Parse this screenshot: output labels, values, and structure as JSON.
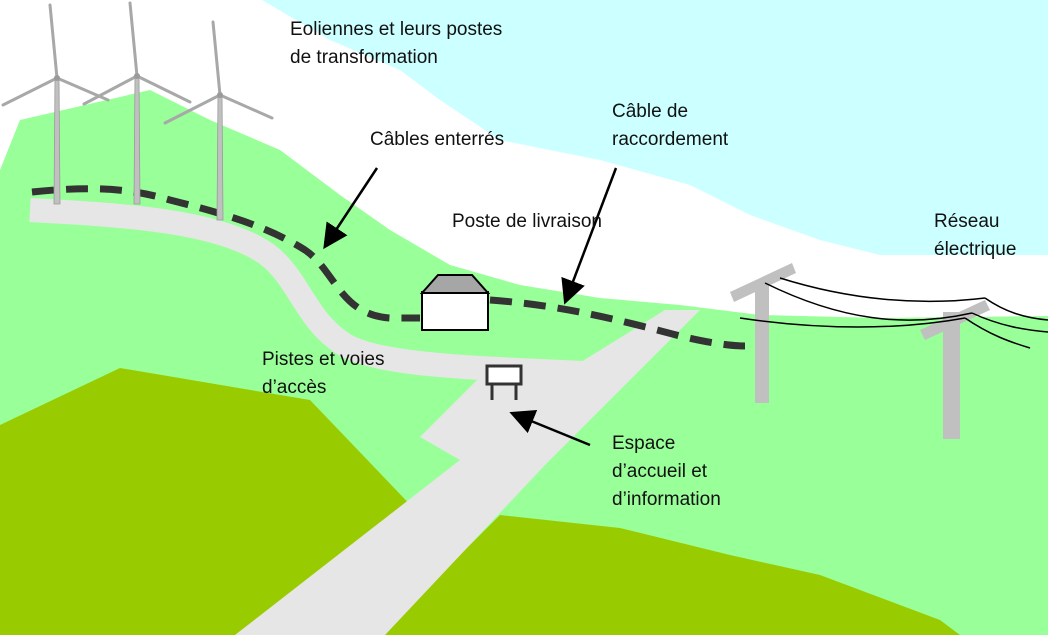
{
  "labels": {
    "eoliennes": "Eoliennes et leurs postes\nde transformation",
    "cables_enterres": "Câbles enterrés",
    "cable_raccordement": "Câble de\nraccordement",
    "poste_livraison": "Poste de livraison",
    "reseau": "Réseau\nélectrique",
    "pistes": "Pistes et voies\nd’accès",
    "espace": "Espace\nd’accueil et\nd’information"
  },
  "colors": {
    "sky": "#ccffff",
    "cloud": "#ffffff",
    "grass_light": "#99ff99",
    "grass_dark": "#99cc00",
    "road": "#e6e6e6",
    "cable": "#333333",
    "turbine": "#c0c0c0",
    "pylon": "#c0c0c0"
  },
  "icons": [
    "wind-turbine-icon",
    "substation-building-icon",
    "info-board-icon",
    "power-pylon-icon"
  ]
}
